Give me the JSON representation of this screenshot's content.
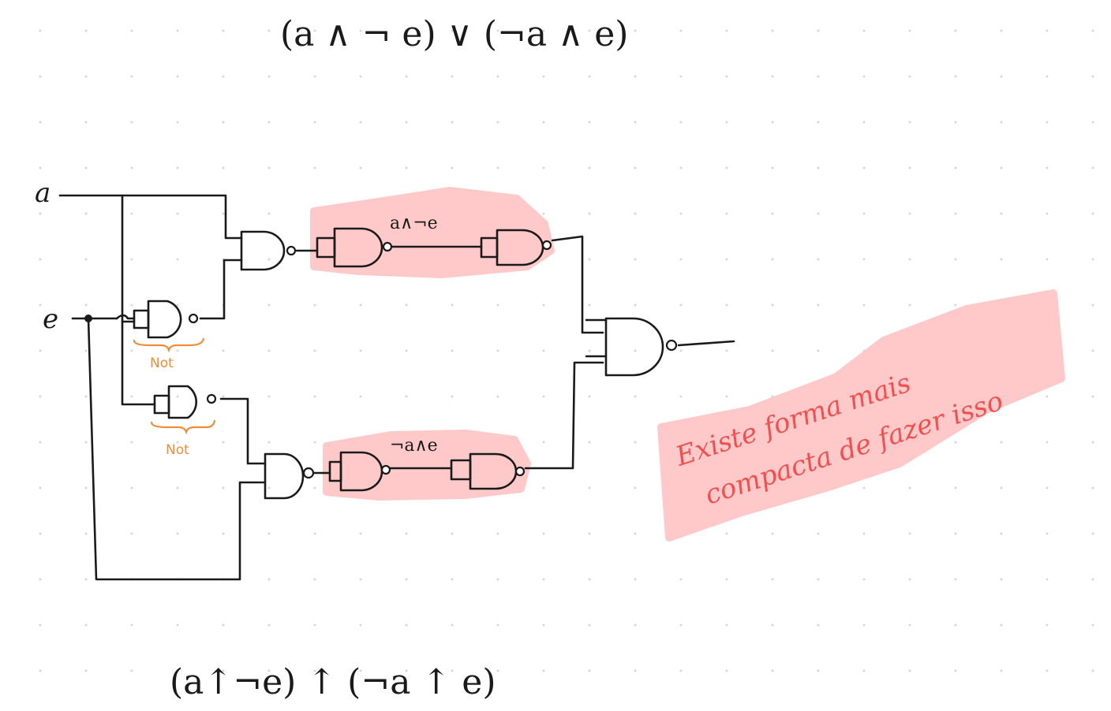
{
  "formula_top": "(a ∧ ¬ e) ∨ (¬a ∧ e)",
  "formula_bottom": "(a↑¬e) ↑ (¬a ↑ e)",
  "inputs": {
    "a": "a",
    "e": "e"
  },
  "highlight_labels": {
    "upper": "a∧¬e",
    "lower": "¬a∧e"
  },
  "not_labels": [
    "Not",
    "Not"
  ],
  "note": {
    "line1": "Existe forma mais",
    "line2": "compacta de fazer isso"
  },
  "colors": {
    "ink": "#1a1a1a",
    "highlight": "#ffc9c9",
    "annotation": "#f08c38",
    "note_text": "#f0504f"
  }
}
